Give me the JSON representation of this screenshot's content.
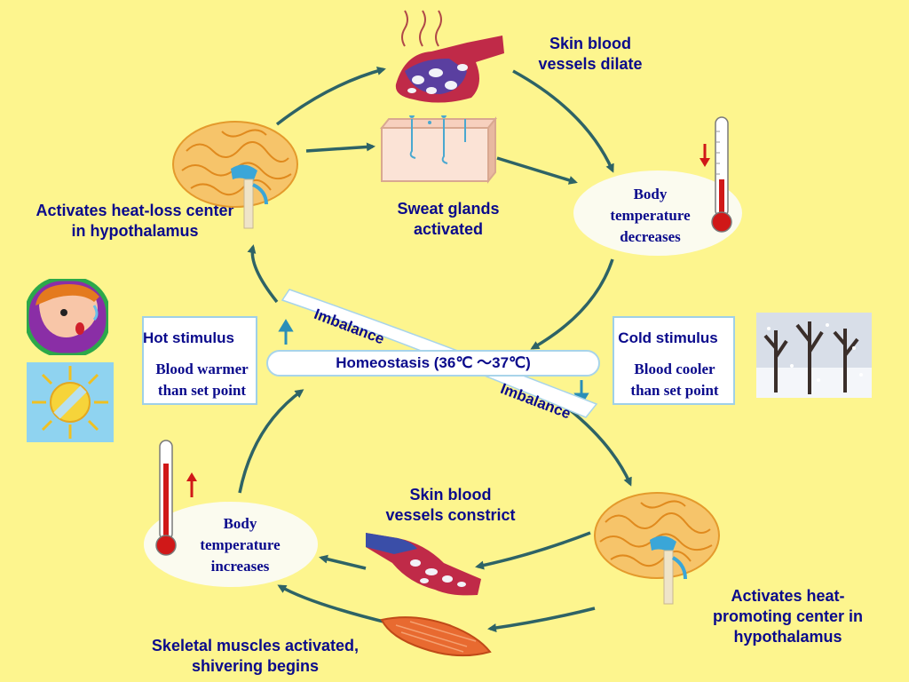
{
  "homeostasis": "Homeostasis (36℃ ～37℃)",
  "imbalance_top": "Imbalance",
  "imbalance_bottom": "Imbalance",
  "hot": {
    "title": "Hot stimulus",
    "desc": "Blood warmer\nthan set point"
  },
  "cold": {
    "title": "Cold stimulus",
    "desc": "Blood cooler\nthan set point"
  },
  "top_cycle": {
    "vessels_dilate": "Skin blood\nvessels dilate",
    "sweat": "Sweat glands\nactivated",
    "heat_loss": "Activates heat-loss center\nin hypothalamus",
    "temp_decreases": "Body\ntemperature\ndecreases"
  },
  "bottom_cycle": {
    "vessels_constrict": "Skin blood\nvessels constrict",
    "heat_promoting": "Activates heat-\npromoting center in\nhypothalamus",
    "temp_increases": "Body\ntemperature\nincreases",
    "shivering": "Skeletal muscles activated,\nshivering begins"
  },
  "icons": [
    "brain-icon",
    "blood-vessel-icon",
    "skin-sweat-icon",
    "thermometer-icon",
    "muscle-icon",
    "sweating-person-icon",
    "sun-icon",
    "snowy-trees-icon"
  ],
  "colors": {
    "background": "#FDF58E",
    "text": "#0A0A8C",
    "arrow": "#2E6366",
    "accent_blue": "#9FD0E8"
  }
}
